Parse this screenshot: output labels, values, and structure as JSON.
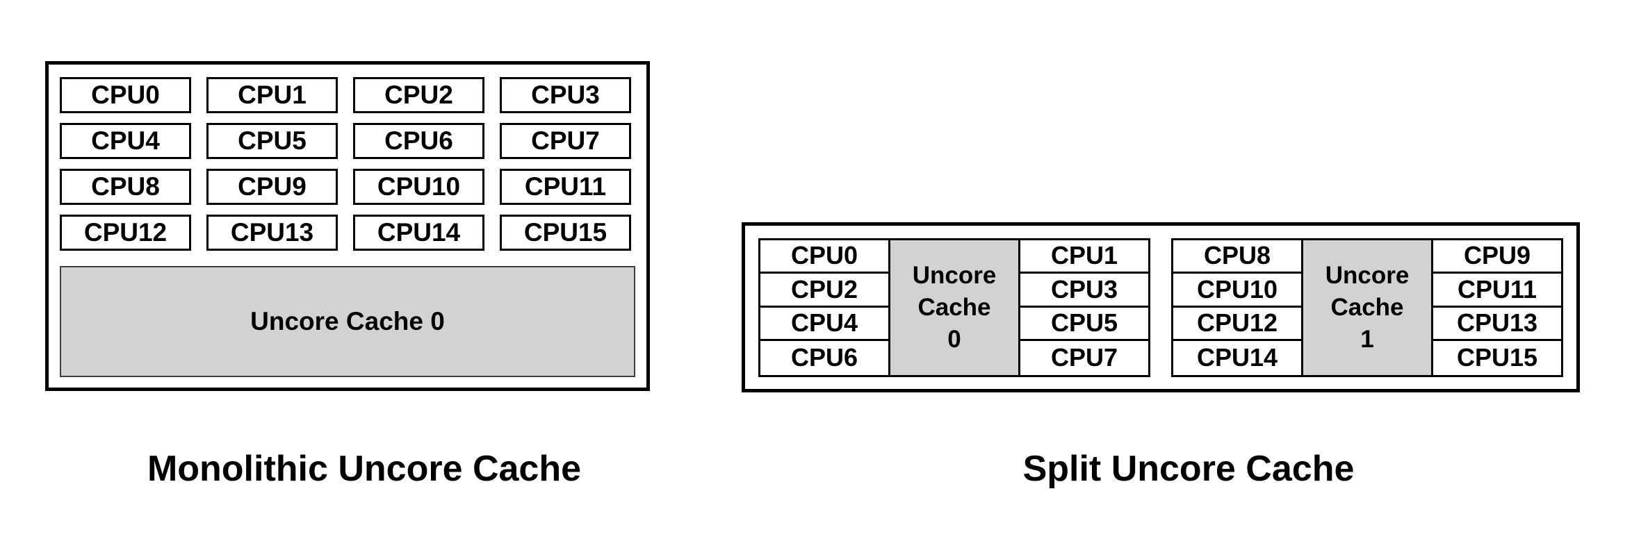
{
  "colors": {
    "background": "#ffffff",
    "border": "#000000",
    "cache_fill": "#d2d2d2",
    "text": "#000000"
  },
  "monolithic": {
    "caption": "Monolithic Uncore Cache",
    "cpus": [
      "CPU0",
      "CPU1",
      "CPU2",
      "CPU3",
      "CPU4",
      "CPU5",
      "CPU6",
      "CPU7",
      "CPU8",
      "CPU9",
      "CPU10",
      "CPU11",
      "CPU12",
      "CPU13",
      "CPU14",
      "CPU15"
    ],
    "cache_label": "Uncore Cache 0"
  },
  "split": {
    "caption": "Split Uncore Cache",
    "clusters": [
      {
        "left_cpus": [
          "CPU0",
          "CPU2",
          "CPU4",
          "CPU6"
        ],
        "cache": {
          "line1": "Uncore",
          "line2": "Cache",
          "line3": "0"
        },
        "right_cpus": [
          "CPU1",
          "CPU3",
          "CPU5",
          "CPU7"
        ]
      },
      {
        "left_cpus": [
          "CPU8",
          "CPU10",
          "CPU12",
          "CPU14"
        ],
        "cache": {
          "line1": "Uncore",
          "line2": "Cache",
          "line3": "1"
        },
        "right_cpus": [
          "CPU9",
          "CPU11",
          "CPU13",
          "CPU15"
        ]
      }
    ]
  }
}
